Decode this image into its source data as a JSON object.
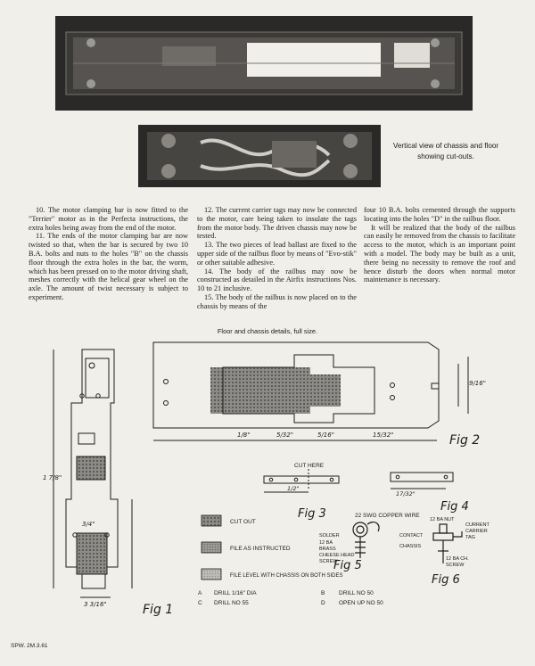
{
  "photo_caption": "Vertical view of chassis and floor showing cut-outs.",
  "columns": [
    [
      "10. The motor clamping bar is now fitted to the \"Terrier\" motor as in the Perfecta instructions, the extra holes being away from the end of the motor.",
      "11. The ends of the motor clamping bar are now twisted so that, when the bar is secured by two 10 B.A. bolts and nuts to the holes \"B\" on the chassis floor through the extra holes in the bar, the worm, which has been pressed on to the motor driving shaft, meshes correctly with the helical gear wheel on the axle. The amount of twist necessary is subject to experiment."
    ],
    [
      "12. The current carrier tags may now be connected to the motor, care being taken to insulate the tags from the motor body. The driven chassis may now be tested.",
      "13. The two pieces of lead ballast are fixed to the upper side of the railbus floor by means of \"Evo-stik\" or other suitable adhesive.",
      "14. The body of the railbus may now be constructed as detailed in the Airfix instructions Nos. 10 to 21 inclusive.",
      "15. The body of the railbus is now placed on to the chassis by means of the"
    ],
    [
      "four 10 B.A. bolts cemented through the supports locating into the holes \"D\" in the railbus floor.",
      "It will be realized that the body of the railbus can easily be removed from the chassis to facilitate access to the motor, which is an important point with a model. The body may be built as a unit, there being no necessity to remove the roof and hence disturb the doors when normal motor maintenance is necessary."
    ]
  ],
  "drawing_caption": "Floor and chassis details, full size.",
  "figures": {
    "fig1": "Fig 1",
    "fig2": "Fig 2",
    "fig3": "Fig 3",
    "fig4": "Fig 4",
    "fig5": "Fig 5",
    "fig6": "Fig 6"
  },
  "fig3_label": "CUT HERE",
  "fig5_label": "22 SWG COPPER WIRE",
  "fig5_parts": [
    "SOLDER",
    "12 BA",
    "BRASS",
    "CHEESE HEAD",
    "SCREW"
  ],
  "fig6_parts": [
    "12 BA NUT",
    "CURRENT",
    "CARRIER",
    "TAG",
    "CONTACT",
    "CHASSIS",
    "12 BA CH.",
    "SCREW"
  ],
  "legend": [
    {
      "text": "CUT OUT",
      "pattern": "cut"
    },
    {
      "text": "FILE AS INSTRUCTED",
      "pattern": "file"
    },
    {
      "text": "FILE LEVEL WITH CHASSIS ON BOTH SIDES",
      "pattern": "level"
    }
  ],
  "drill_notes": [
    {
      "key": "A",
      "text": "DRILL 1/16\" DIA"
    },
    {
      "key": "B",
      "text": "DRILL NO 50"
    },
    {
      "key": "C",
      "text": "DRILL NO 55"
    },
    {
      "key": "D",
      "text": "OPEN UP NO 50"
    }
  ],
  "dimensions": [
    "1/8\"",
    "1/2\"",
    "5/32\"",
    "5/16\"",
    "15/32\"",
    "9/16\"",
    "3/4\"",
    "17/32\"",
    "1 7/8\"",
    "3 3/16\""
  ],
  "footer": "SPW. 2M.3.61"
}
